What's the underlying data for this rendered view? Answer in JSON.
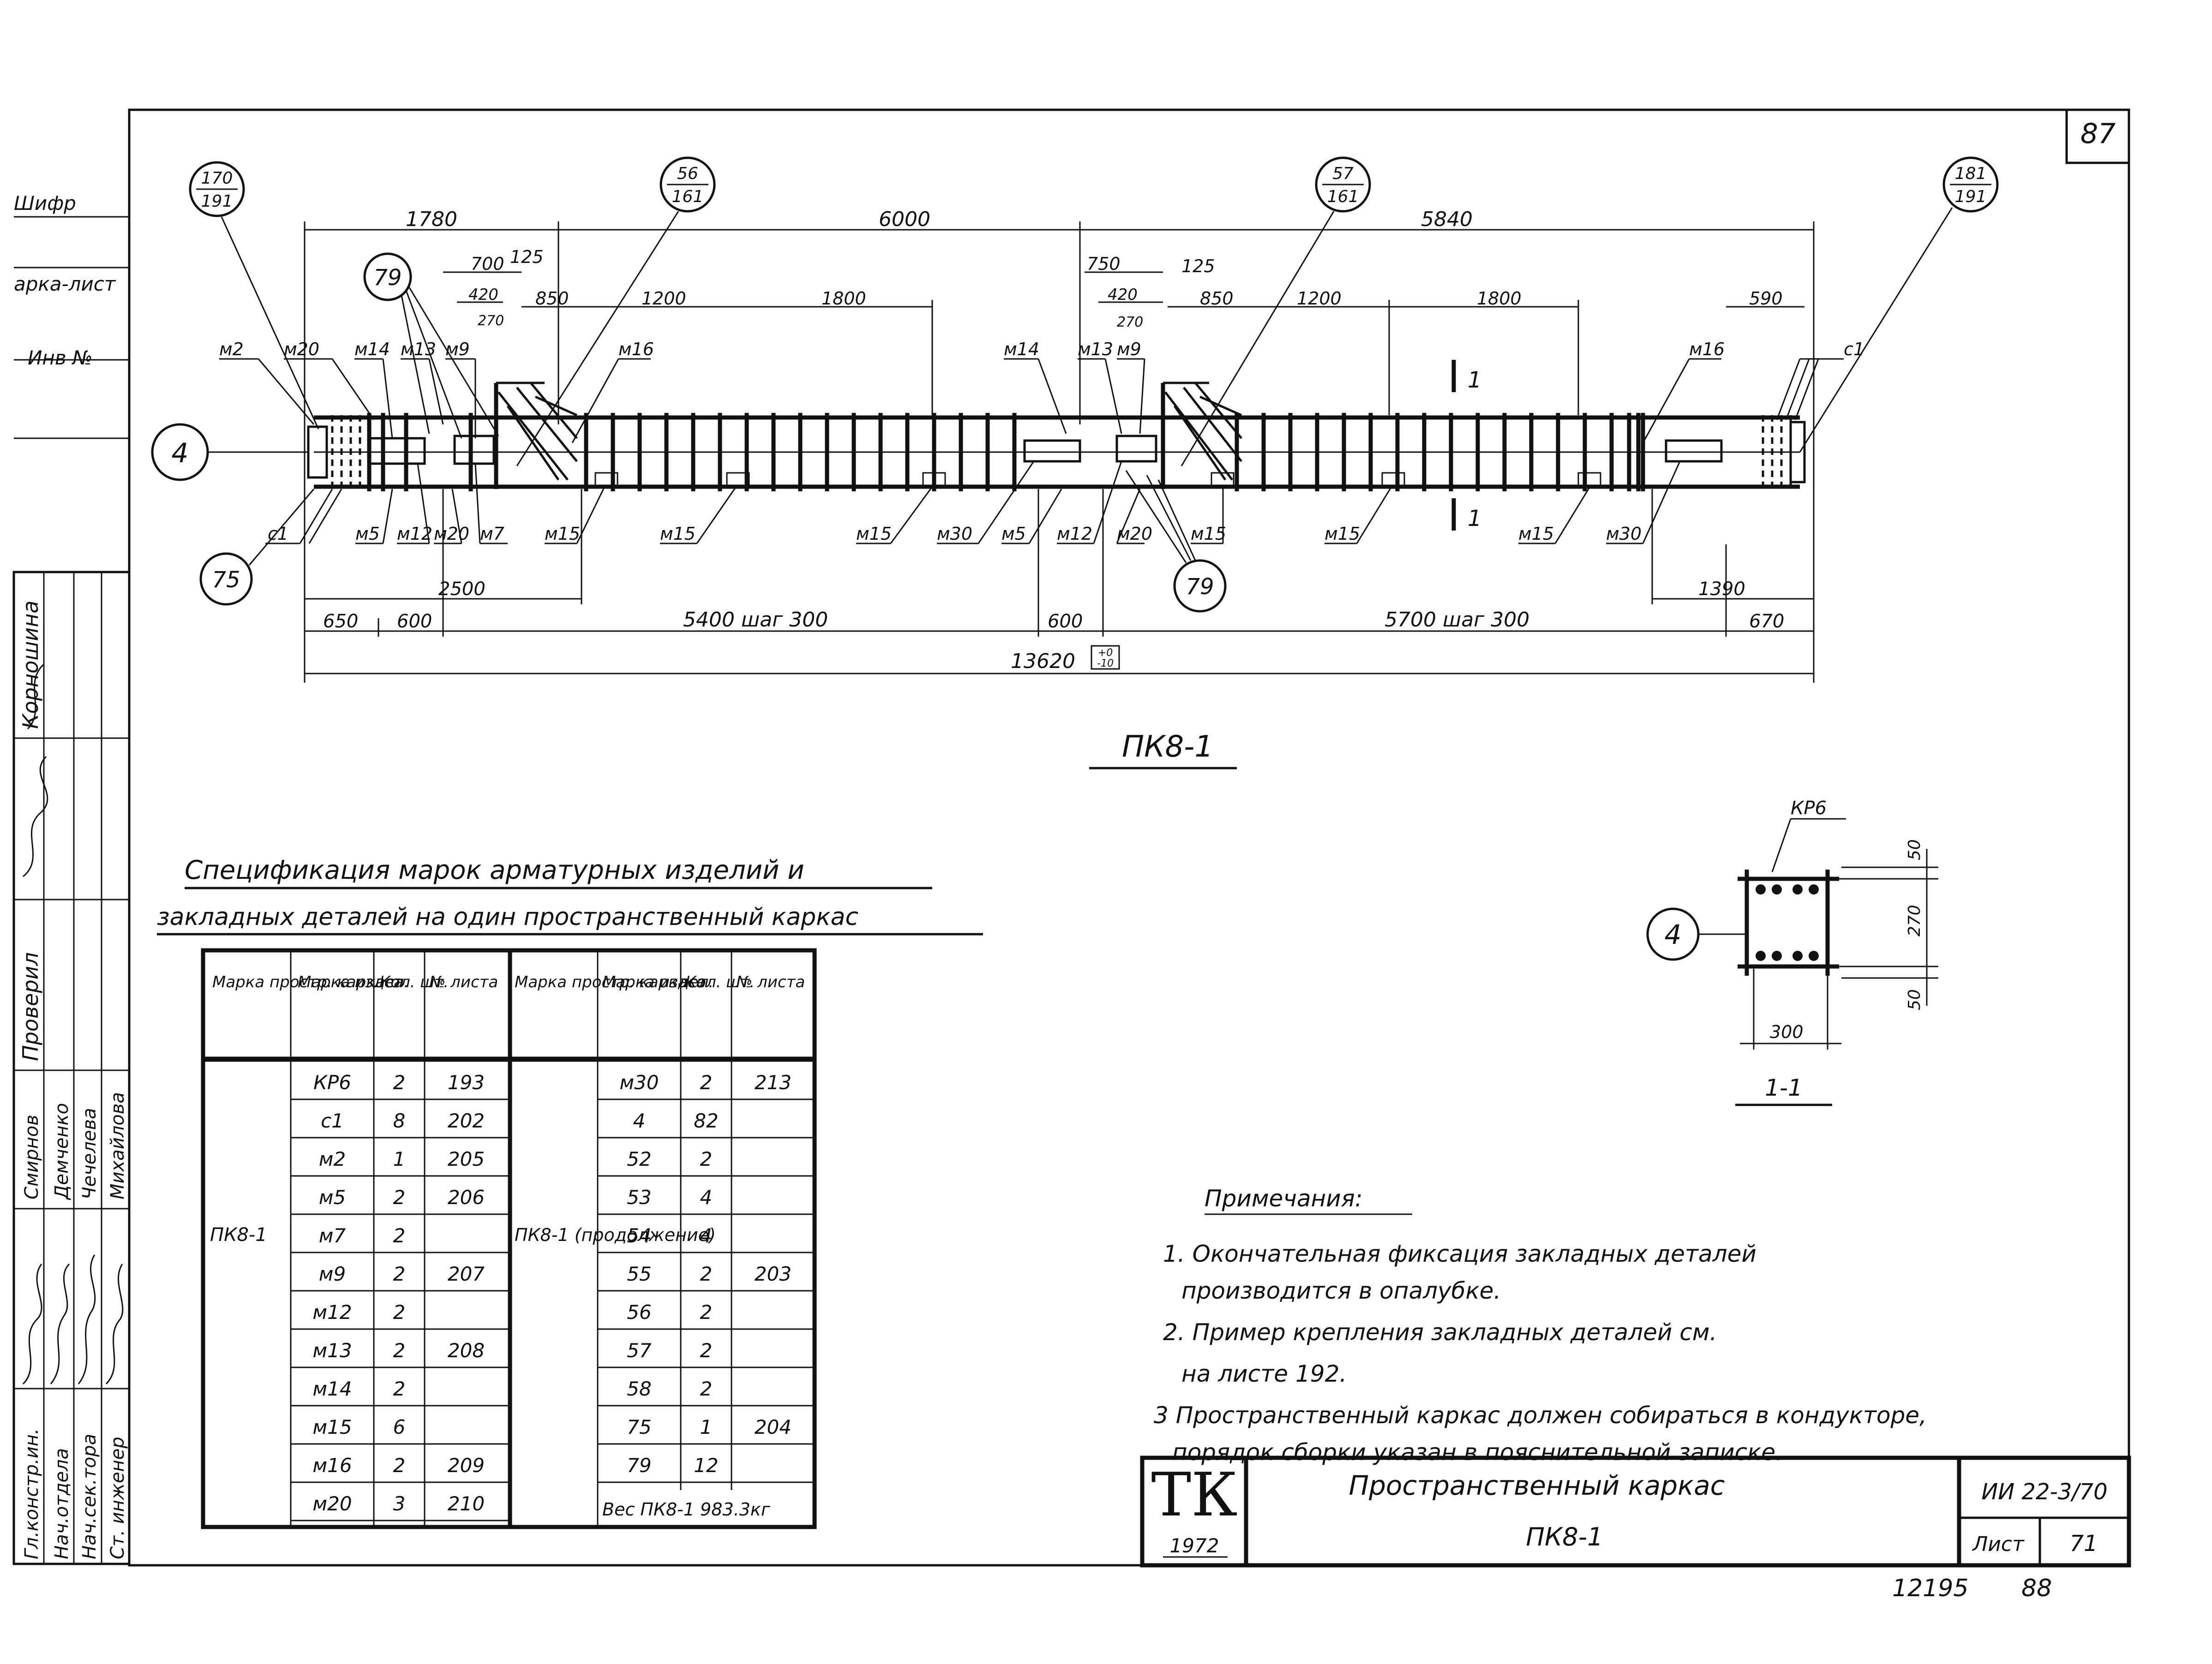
{
  "page_number": "87",
  "bottom_numbers": [
    "12195",
    "88"
  ],
  "left_strip": {
    "top_labels": [
      "Шифр",
      "арка-лист",
      "Инв №"
    ],
    "vertical_top": [
      "Корношина",
      "Проверил"
    ],
    "signers": [
      "Смирнов",
      "Демченко",
      "Чечелева",
      "Михайлова"
    ],
    "roles": [
      "Гл.констр.ин.",
      "Нач.отдела",
      "Нач.сек.тора",
      "Ст. инженер"
    ]
  },
  "drawing": {
    "title": "ПК8-1",
    "callouts": {
      "c170": [
        "170",
        "191"
      ],
      "c56": [
        "56",
        "161"
      ],
      "c57": [
        "57",
        "161"
      ],
      "c181": [
        "181",
        "191"
      ],
      "c79a": "79",
      "c79b": "79",
      "c75": "75",
      "c4": "4"
    },
    "dims_top": [
      "1780",
      "6000",
      "5840",
      "700",
      "125",
      "420",
      "270",
      "850",
      "1200",
      "1800",
      "750",
      "125",
      "420",
      "270",
      "850",
      "1200",
      "1800",
      "590"
    ],
    "dims_bottom": [
      "2500",
      "650",
      "600",
      "5400 шаг 300",
      "600",
      "5700 шаг 300",
      "1390",
      "670",
      "13620"
    ],
    "tol": [
      "+0",
      "-10"
    ],
    "marks_top": [
      "м2",
      "м20",
      "м14",
      "м13",
      "м9",
      "м16",
      "м14",
      "м13",
      "м9",
      "м16",
      "с1"
    ],
    "marks_bottom": [
      "с1",
      "м5",
      "м12",
      "м20",
      "м7",
      "м15",
      "м15",
      "м15",
      "м30",
      "м5",
      "м12",
      "м20",
      "м15",
      "м15",
      "м15",
      "м30"
    ],
    "section_mark": "1"
  },
  "section": {
    "title": "1-1",
    "label_top": "КР6",
    "callout": "4",
    "dims": [
      "50",
      "270",
      "50",
      "300"
    ]
  },
  "spec": {
    "title_line1": "Спецификация марок арматурных изделий и",
    "title_line2": "закладных деталей на один пространственный каркас",
    "headers": [
      "Марка простр. каркаса",
      "Марка издел.",
      "Кол. шт.",
      "№ листа",
      "Марка простр. каркаса",
      "Марка издел.",
      "Кол. шт.",
      "№ листа"
    ],
    "left_group": "ПК8-1",
    "right_group": "ПК8-1 (продолжение)",
    "left_rows": [
      [
        "КР6",
        "2",
        "193"
      ],
      [
        "с1",
        "8",
        "202"
      ],
      [
        "м2",
        "1",
        "205"
      ],
      [
        "м5",
        "2",
        "206"
      ],
      [
        "м7",
        "2",
        ""
      ],
      [
        "м9",
        "2",
        "207"
      ],
      [
        "м12",
        "2",
        ""
      ],
      [
        "м13",
        "2",
        "208"
      ],
      [
        "м14",
        "2",
        ""
      ],
      [
        "м15",
        "6",
        ""
      ],
      [
        "м16",
        "2",
        "209"
      ],
      [
        "м20",
        "3",
        "210"
      ]
    ],
    "right_rows": [
      [
        "м30",
        "2",
        "213"
      ],
      [
        "4",
        "82",
        ""
      ],
      [
        "52",
        "2",
        ""
      ],
      [
        "53",
        "4",
        ""
      ],
      [
        "54",
        "4",
        ""
      ],
      [
        "55",
        "2",
        "203"
      ],
      [
        "56",
        "2",
        ""
      ],
      [
        "57",
        "2",
        ""
      ],
      [
        "58",
        "2",
        ""
      ],
      [
        "75",
        "1",
        "204"
      ],
      [
        "79",
        "12",
        ""
      ]
    ],
    "weight": "Вес ПК8-1 983.3кг"
  },
  "notes": {
    "heading": "Примечания:",
    "lines": [
      "1. Окончательная фиксация закладных деталей",
      "производится в опалубке.",
      "2. Пример крепления закладных деталей см.",
      "на листе 192.",
      "3 Пространственный каркас должен собираться в кондукторе,",
      "порядок сборки указан в пояснительной записке."
    ]
  },
  "titleblock": {
    "logo": "ТК",
    "year": "1972",
    "title": "Пространственный каркас",
    "subtitle": "ПК8-1",
    "code": "ИИ 22-3/70",
    "sheet_label": "Лист",
    "sheet_no": "71"
  }
}
